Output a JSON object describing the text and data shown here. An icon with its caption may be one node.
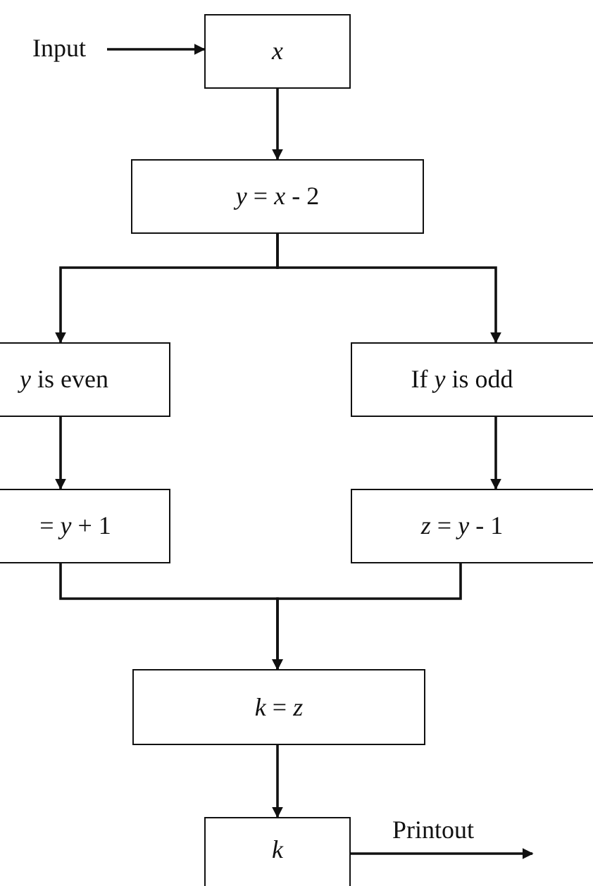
{
  "diagram": {
    "nodes": [
      {
        "text": [
          "Input"
        ]
      },
      {
        "text": [
          "*x*"
        ]
      },
      {
        "text": [
          "*y* = *x* - 2"
        ]
      },
      {
        "text": [
          "*y* is even"
        ]
      },
      {
        "text": [
          "If *y* is odd"
        ]
      },
      {
        "text": [
          "= *y* + 1"
        ]
      },
      {
        "text": [
          "*z* = *y* - 1"
        ]
      },
      {
        "text": [
          "*k* = *z*"
        ]
      },
      {
        "text": [
          "*k*"
        ]
      }
    ],
    "edges": [
      {
        "from": 0,
        "to": 1,
        "arrow": "to"
      },
      {
        "from": 1,
        "to": 2,
        "arrow": "to"
      },
      {
        "from": 2,
        "to": 3,
        "arrow": "to"
      },
      {
        "from": 2,
        "to": 4,
        "arrow": "to"
      },
      {
        "from": 3,
        "to": 5,
        "arrow": "to"
      },
      {
        "from": 4,
        "to": 6,
        "arrow": "to"
      },
      {
        "from": 5,
        "to": 7,
        "arrow": "to"
      },
      {
        "from": 6,
        "to": 7,
        "arrow": "to"
      },
      {
        "from": 7,
        "to": 8,
        "arrow": "to"
      },
      {
        "from": 8,
        "to": null,
        "arrow": "to",
        "label": "Printout"
      }
    ]
  }
}
